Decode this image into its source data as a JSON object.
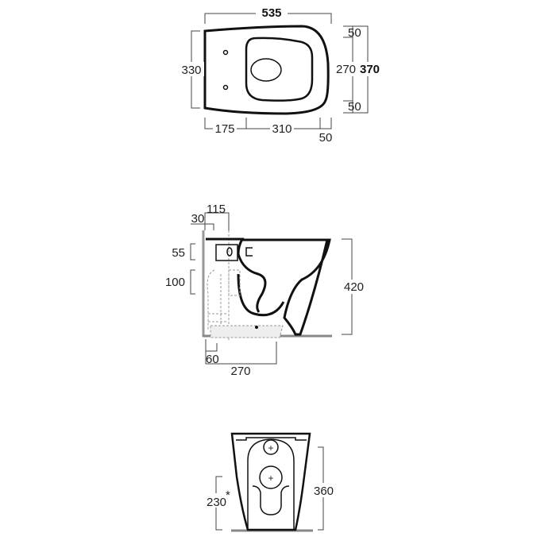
{
  "drawing": {
    "top_view": {
      "overall_length": "535",
      "overall_depth": "330",
      "seat_width_total": "370",
      "seat_inner": "270",
      "seat_margin_top": "50",
      "seat_margin_bottom": "50",
      "fixing_offset": "175",
      "bowl_length": "310",
      "front_margin": "50"
    },
    "side_view": {
      "wall_offset": "30",
      "fixing_to_center": "115",
      "inlet_height": "55",
      "outlet_height": "100",
      "total_height": "420",
      "outlet_wall_distance": "60",
      "outlet_axis_distance": "270"
    },
    "front_view": {
      "height": "360",
      "outlet_height": "230",
      "outlet_note": "*"
    }
  }
}
